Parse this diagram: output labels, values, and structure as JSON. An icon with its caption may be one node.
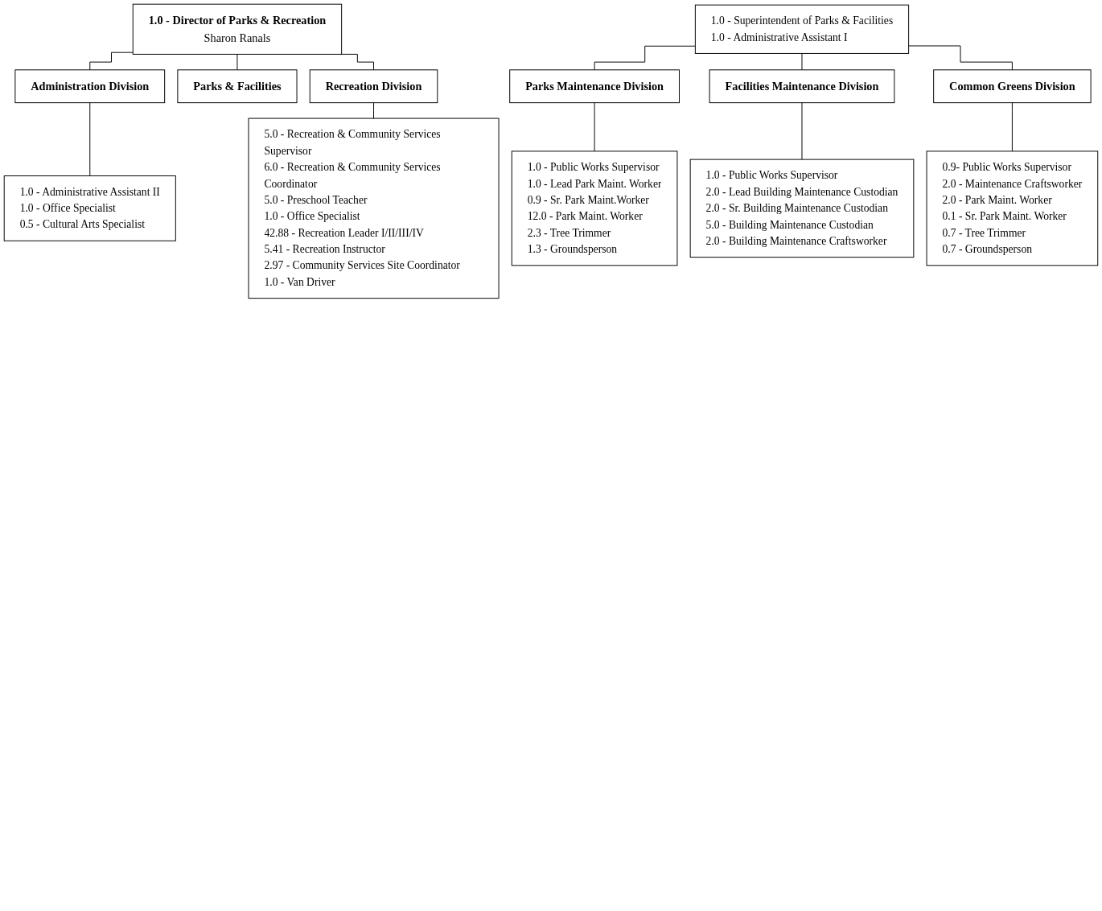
{
  "diagram": {
    "nodes": [
      {
        "text": [
          "1.0 - Director of Parks & Recreation",
          "Sharon Ranals"
        ]
      },
      {
        "text": [
          "Administration Division"
        ]
      },
      {
        "text": [
          "1.0 - Administrative Assistant II",
          "1.0 - Office Specialist",
          "0.5 - Cultural Arts Specialist"
        ]
      },
      {
        "text": [
          "Parks & Facilities"
        ]
      },
      {
        "text": [
          "1.0 - Superintendent of Parks & Facilities",
          "1.0 - Administrative Assistant I"
        ]
      },
      {
        "text": [
          "Recreation Division"
        ]
      },
      {
        "text": [
          "5.0 - Recreation & Community Services Supervisor",
          "6.0 - Recreation & Community Services Coordinator",
          "5.0 - Preschool Teacher",
          "1.0 - Office Specialist",
          "42.88 - Recreation Leader I/II/III/IV",
          "5.41 - Recreation Instructor",
          "2.97 - Community Services Site Coordinator",
          "1.0 - Van Driver"
        ]
      },
      {
        "text": [
          "Parks Maintenance Division"
        ]
      },
      {
        "text": [
          "1.0 - Public Works Supervisor",
          "1.0 - Lead Park Maint. Worker",
          "0.9 - Sr. Park Maint.Worker",
          "12.0 - Park Maint. Worker",
          "2.3 - Tree Trimmer",
          "1.3 - Groundsperson"
        ]
      },
      {
        "text": [
          "Facilities Maintenance Division"
        ]
      },
      {
        "text": [
          "1.0 - Public Works Supervisor",
          "2.0 - Lead Building Maintenance Custodian",
          "2.0 - Sr. Building Maintenance Custodian",
          "5.0 - Building Maintenance Custodian",
          "2.0 - Building Maintenance Craftsworker"
        ]
      },
      {
        "text": [
          "Common Greens Division"
        ]
      },
      {
        "text": [
          "0.9- Public Works Supervisor",
          "2.0 - Maintenance Craftsworker",
          "2.0 - Park Maint. Worker",
          "0.1 -  Sr. Park Maint. Worker",
          "0.7 - Tree Trimmer",
          "0.7 - Groundsperson"
        ]
      }
    ],
    "edges": [
      {
        "from": 0,
        "to": 1,
        "arrow": "none"
      },
      {
        "from": 0,
        "to": 3,
        "arrow": "none"
      },
      {
        "from": 0,
        "to": 5,
        "arrow": "none"
      },
      {
        "from": 1,
        "to": 2,
        "arrow": "none"
      },
      {
        "from": 5,
        "to": 6,
        "arrow": "none"
      },
      {
        "from": 4,
        "to": 7,
        "arrow": "none"
      },
      {
        "from": 4,
        "to": 9,
        "arrow": "none"
      },
      {
        "from": 4,
        "to": 11,
        "arrow": "none"
      },
      {
        "from": 7,
        "to": 8,
        "arrow": "none"
      },
      {
        "from": 9,
        "to": 10,
        "arrow": "none"
      },
      {
        "from": 11,
        "to": 12,
        "arrow": "none"
      }
    ]
  }
}
